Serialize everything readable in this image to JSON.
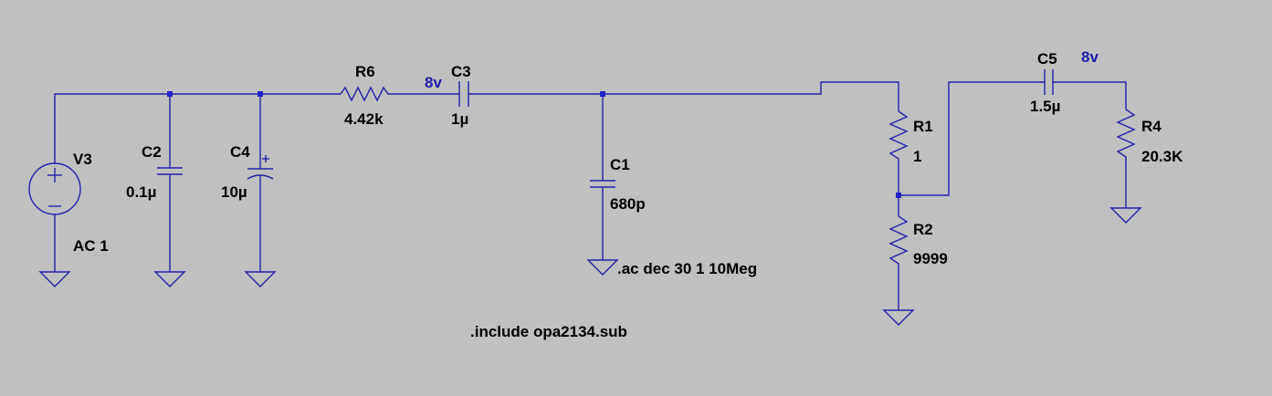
{
  "colors": {
    "background": "#c0c0c0",
    "wire": "#2222aa",
    "label": "#000000",
    "net_label": "#1e1eaa"
  },
  "components": {
    "V3": {
      "name": "V3",
      "value": "AC 1"
    },
    "C2": {
      "name": "C2",
      "value": "0.1µ"
    },
    "C4": {
      "name": "C4",
      "value": "10µ"
    },
    "R6": {
      "name": "R6",
      "value": "4.42k"
    },
    "C3": {
      "name": "C3",
      "value": "1µ"
    },
    "C1": {
      "name": "C1",
      "value": "680p"
    },
    "R1": {
      "name": "R1",
      "value": "1"
    },
    "R2": {
      "name": "R2",
      "value": "9999"
    },
    "C5": {
      "name": "C5",
      "value": "1.5µ"
    },
    "R4": {
      "name": "R4",
      "value": "20.3K"
    }
  },
  "net_labels": {
    "n1": "8v",
    "n2": "8v"
  },
  "directives": {
    "ac": ".ac dec 30 1 10Meg",
    "include": ".include opa2134.sub"
  }
}
